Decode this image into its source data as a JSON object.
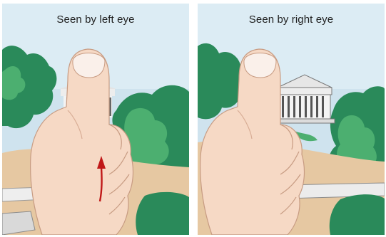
{
  "panels": [
    {
      "title": "Seen by left eye",
      "view": "left-eye",
      "arrow_direction": "up"
    },
    {
      "title": "Seen by right eye",
      "view": "right-eye"
    }
  ],
  "colors": {
    "sky": "#cfe3ee",
    "foliage_dark": "#2a8a5a",
    "foliage_light": "#4caf70",
    "ground": "#e6c8a2",
    "skin": "#f6d9c5",
    "skin_shadow": "#e8bea4",
    "temple": "#f2f2f2",
    "arrow": "#c01818"
  }
}
